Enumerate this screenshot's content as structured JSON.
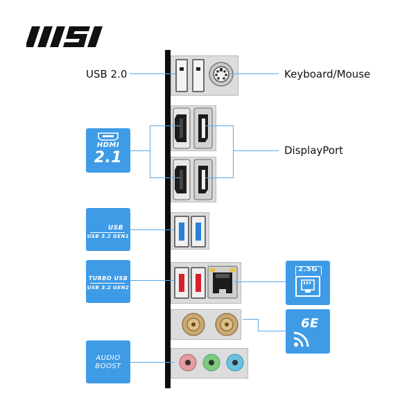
{
  "brand": "MSI",
  "labels": {
    "usb20": "USB 2.0",
    "keyboard_mouse": "Keyboard/Mouse",
    "displayport": "DisplayPort"
  },
  "badges": {
    "hdmi": {
      "line1": "HDMI",
      "line2": "2.1"
    },
    "usb_gen1": {
      "line1": "USB",
      "line2": "USB 3.2 GEN1"
    },
    "usb_gen2": {
      "line1": "TURBO USB",
      "line2": "USB 3.2 GEN2"
    },
    "lan": {
      "label": "2.5G"
    },
    "wifi": {
      "label": "6E"
    },
    "audio": {
      "line1": "AUDIO",
      "line2": "BOOST"
    }
  },
  "colors": {
    "accent": "#3f9be6",
    "line": "#57a9ea",
    "usb3_blue": "#2a7fd6",
    "usb_red": "#d6202a",
    "audio_pink": "#e79aa0",
    "audio_green": "#7fc97a",
    "audio_blue": "#6cc0e0"
  }
}
